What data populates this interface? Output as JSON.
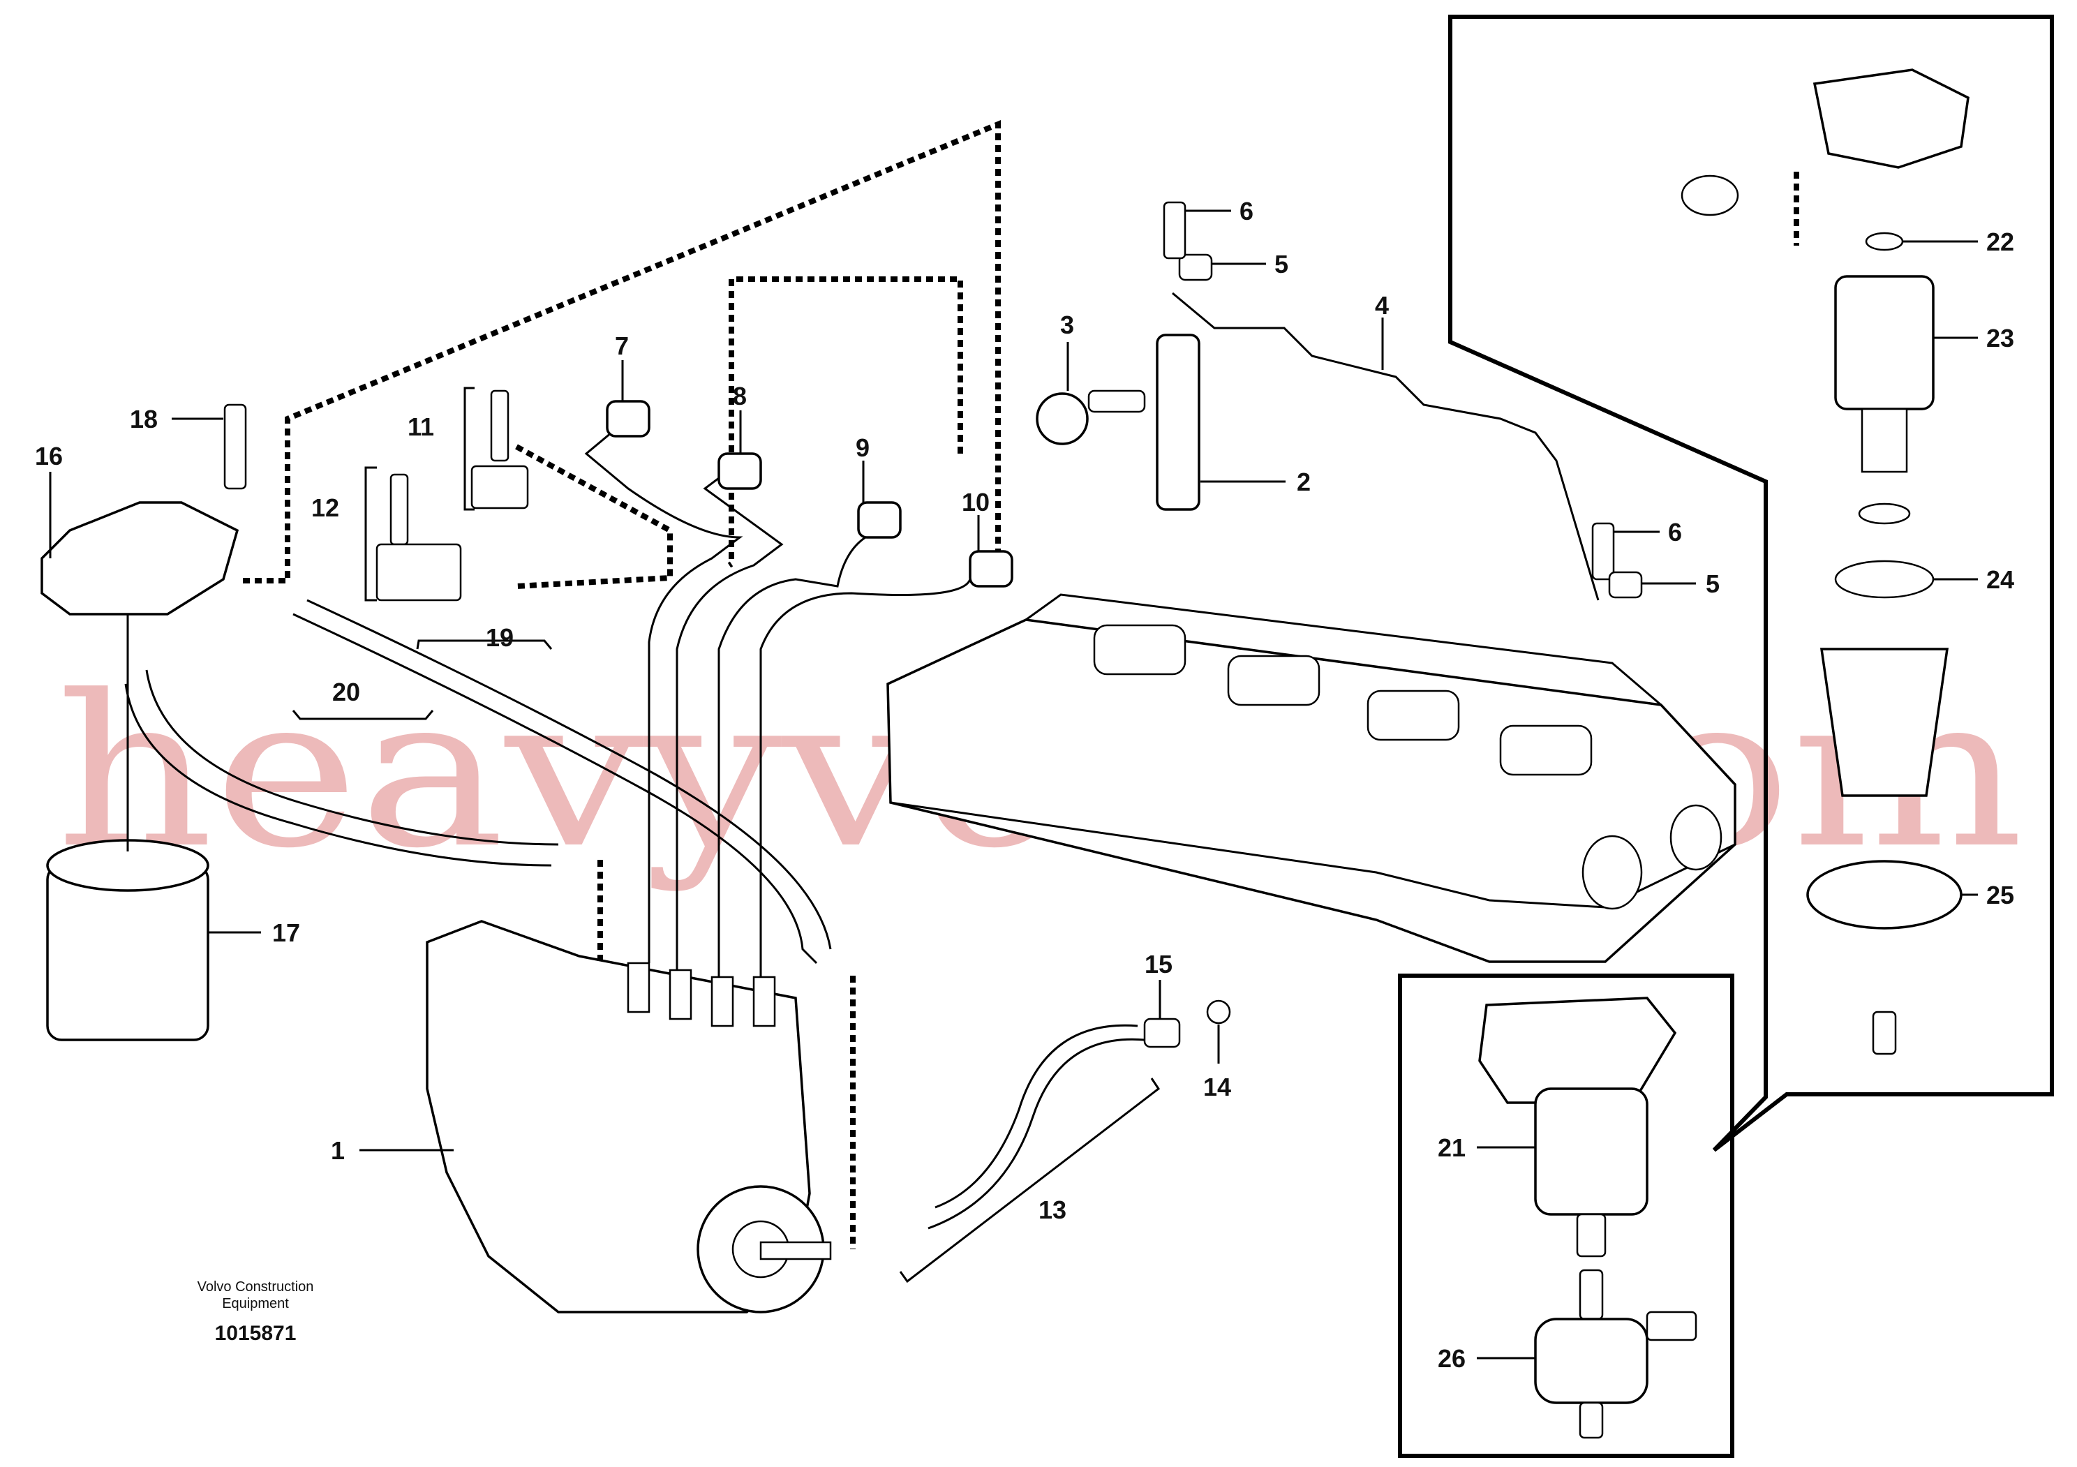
{
  "diagram": {
    "caption": {
      "publisher_line1": "Volvo Construction",
      "publisher_line2": "Equipment",
      "drawing_number": "1015871"
    },
    "watermark": "heavyvolvo.com",
    "callouts": [
      "1",
      "2",
      "3",
      "4",
      "5",
      "5",
      "6",
      "6",
      "7",
      "8",
      "9",
      "10",
      "11",
      "12",
      "13",
      "14",
      "15",
      "16",
      "17",
      "18",
      "19",
      "20",
      "21",
      "22",
      "23",
      "24",
      "25",
      "26"
    ]
  }
}
